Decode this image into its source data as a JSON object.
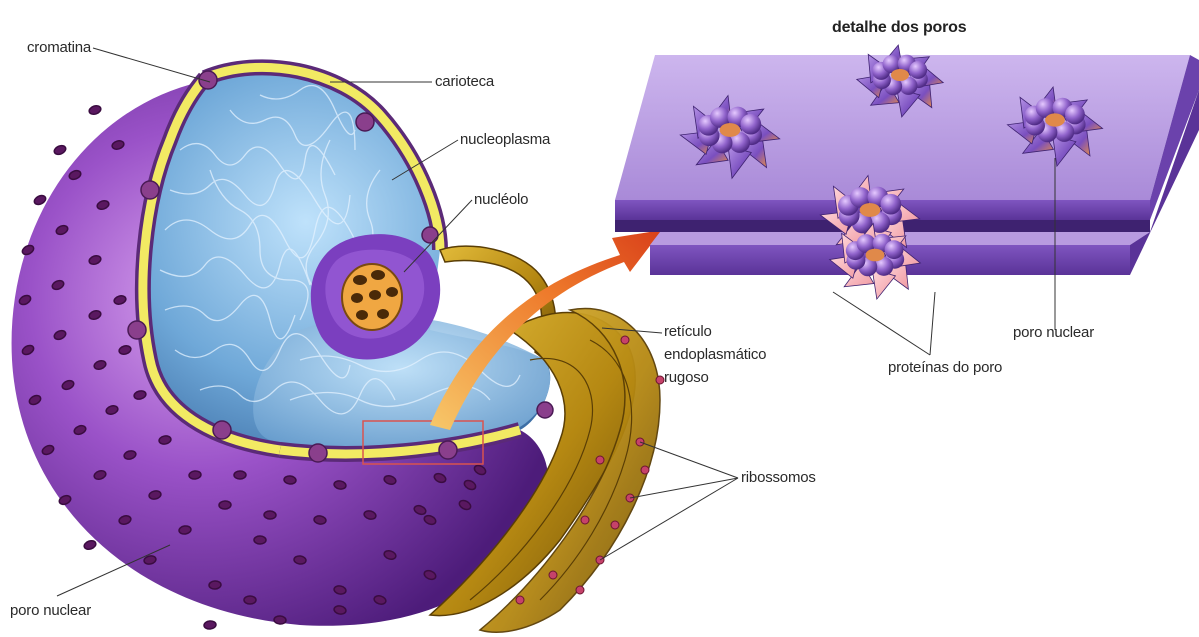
{
  "labels": {
    "cromatina": "cromatina",
    "carioteca": "carioteca",
    "nucleoplasma": "nucleoplasma",
    "nucleolo": "nucléolo",
    "reticulo_line1": "retículo",
    "reticulo_line2": "endoplasmático",
    "reticulo_line3": "rugoso",
    "ribossomos": "ribossomos",
    "poro_nuclear_left": "poro nuclear",
    "poro_nuclear_right": "poro nuclear",
    "proteinas": "proteínas do poro",
    "detalhe_title": "detalhe dos poros"
  },
  "colors": {
    "envelope_purple": "#7a3fb0",
    "nucleoplasm_blue": "#6fa8d8",
    "membrane_yellow": "#f2ea63",
    "er_gold": "#c99a1a",
    "arrow_orange": "#e8551e",
    "slab_lilac": "#b99be0",
    "pore_protein_orange": "#e0894a",
    "highlight_box": "#d9534f"
  }
}
